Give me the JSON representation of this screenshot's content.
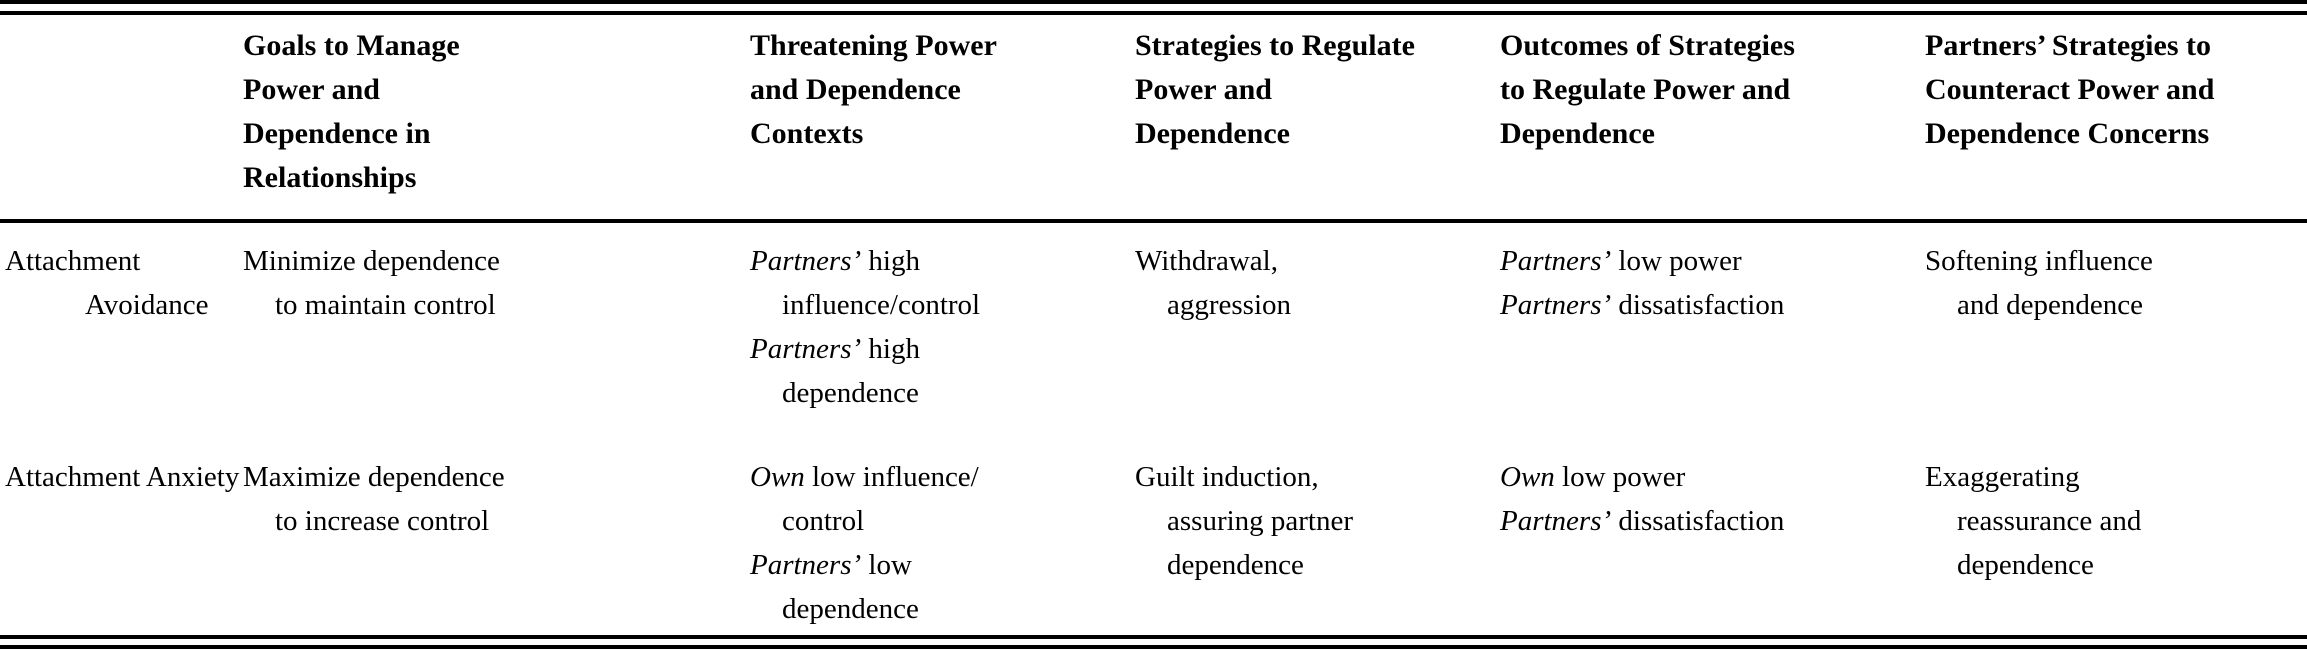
{
  "colors": {
    "text": "#000000",
    "background": "#ffffff",
    "rule": "#000000"
  },
  "table": {
    "header": {
      "cells": [
        {
          "lines": []
        },
        {
          "lines": [
            {
              "segments": [
                {
                  "text": "Goals to Manage"
                }
              ]
            },
            {
              "segments": [
                {
                  "text": "Power and"
                }
              ]
            },
            {
              "segments": [
                {
                  "text": "Dependence in"
                }
              ]
            },
            {
              "segments": [
                {
                  "text": "Relationships"
                }
              ]
            }
          ]
        },
        {
          "lines": [
            {
              "segments": [
                {
                  "text": "Threatening Power"
                }
              ]
            },
            {
              "segments": [
                {
                  "text": "and Dependence"
                }
              ]
            },
            {
              "segments": [
                {
                  "text": "Contexts"
                }
              ]
            }
          ]
        },
        {
          "lines": [
            {
              "segments": [
                {
                  "text": "Strategies to Regulate"
                }
              ]
            },
            {
              "segments": [
                {
                  "text": "Power and"
                }
              ]
            },
            {
              "segments": [
                {
                  "text": "Dependence"
                }
              ]
            }
          ]
        },
        {
          "lines": [
            {
              "segments": [
                {
                  "text": "Outcomes of Strategies"
                }
              ]
            },
            {
              "segments": [
                {
                  "text": "to Regulate Power and"
                }
              ]
            },
            {
              "segments": [
                {
                  "text": "Dependence"
                }
              ]
            }
          ]
        },
        {
          "lines": [
            {
              "segments": [
                {
                  "text": "Partners’ Strategies to"
                }
              ]
            },
            {
              "segments": [
                {
                  "text": "Counteract Power and"
                }
              ]
            },
            {
              "segments": [
                {
                  "text": "Dependence Concerns"
                }
              ]
            }
          ]
        }
      ]
    },
    "rows": [
      {
        "cells": [
          {
            "lines": [
              {
                "segments": [
                  {
                    "text": "Attachment"
                  }
                ]
              },
              {
                "indent": "deep",
                "segments": [
                  {
                    "text": "Avoidance"
                  }
                ]
              }
            ]
          },
          {
            "lines": [
              {
                "segments": [
                  {
                    "text": "Minimize dependence"
                  }
                ]
              },
              {
                "indent": "wrap",
                "segments": [
                  {
                    "text": "to maintain control"
                  }
                ]
              }
            ]
          },
          {
            "lines": [
              {
                "segments": [
                  {
                    "text": "Partners’",
                    "italic": true
                  },
                  {
                    "text": " high"
                  }
                ]
              },
              {
                "indent": "wrap",
                "segments": [
                  {
                    "text": "influence/control"
                  }
                ]
              },
              {
                "segments": [
                  {
                    "text": "Partners’",
                    "italic": true
                  },
                  {
                    "text": " high"
                  }
                ]
              },
              {
                "indent": "wrap",
                "segments": [
                  {
                    "text": "dependence"
                  }
                ]
              }
            ]
          },
          {
            "lines": [
              {
                "segments": [
                  {
                    "text": "Withdrawal,"
                  }
                ]
              },
              {
                "indent": "wrap",
                "segments": [
                  {
                    "text": "aggression"
                  }
                ]
              }
            ]
          },
          {
            "lines": [
              {
                "segments": [
                  {
                    "text": "Partners’",
                    "italic": true
                  },
                  {
                    "text": " low power"
                  }
                ]
              },
              {
                "segments": [
                  {
                    "text": "Partners’",
                    "italic": true
                  },
                  {
                    "text": " dissatisfaction"
                  }
                ]
              }
            ]
          },
          {
            "lines": [
              {
                "segments": [
                  {
                    "text": "Softening influence"
                  }
                ]
              },
              {
                "indent": "wrap",
                "segments": [
                  {
                    "text": "and dependence"
                  }
                ]
              }
            ]
          }
        ]
      },
      {
        "cells": [
          {
            "lines": [
              {
                "segments": [
                  {
                    "text": "Attachment Anxiety"
                  }
                ]
              }
            ]
          },
          {
            "lines": [
              {
                "segments": [
                  {
                    "text": "Maximize dependence"
                  }
                ]
              },
              {
                "indent": "wrap",
                "segments": [
                  {
                    "text": "to increase control"
                  }
                ]
              }
            ]
          },
          {
            "lines": [
              {
                "segments": [
                  {
                    "text": "Own",
                    "italic": true
                  },
                  {
                    "text": " low influence/"
                  }
                ]
              },
              {
                "indent": "wrap",
                "segments": [
                  {
                    "text": "control"
                  }
                ]
              },
              {
                "segments": [
                  {
                    "text": "Partners’",
                    "italic": true
                  },
                  {
                    "text": " low"
                  }
                ]
              },
              {
                "indent": "wrap",
                "segments": [
                  {
                    "text": "dependence"
                  }
                ]
              }
            ]
          },
          {
            "lines": [
              {
                "segments": [
                  {
                    "text": "Guilt induction,"
                  }
                ]
              },
              {
                "indent": "wrap",
                "segments": [
                  {
                    "text": "assuring partner"
                  }
                ]
              },
              {
                "indent": "wrap",
                "segments": [
                  {
                    "text": "dependence"
                  }
                ]
              }
            ]
          },
          {
            "lines": [
              {
                "segments": [
                  {
                    "text": "Own",
                    "italic": true
                  },
                  {
                    "text": " low power"
                  }
                ]
              },
              {
                "segments": [
                  {
                    "text": "Partners’",
                    "italic": true
                  },
                  {
                    "text": " dissatisfaction"
                  }
                ]
              }
            ]
          },
          {
            "lines": [
              {
                "segments": [
                  {
                    "text": "Exaggerating"
                  }
                ]
              },
              {
                "indent": "wrap",
                "segments": [
                  {
                    "text": "reassurance and"
                  }
                ]
              },
              {
                "indent": "wrap",
                "segments": [
                  {
                    "text": "dependence"
                  }
                ]
              }
            ]
          }
        ]
      }
    ]
  }
}
